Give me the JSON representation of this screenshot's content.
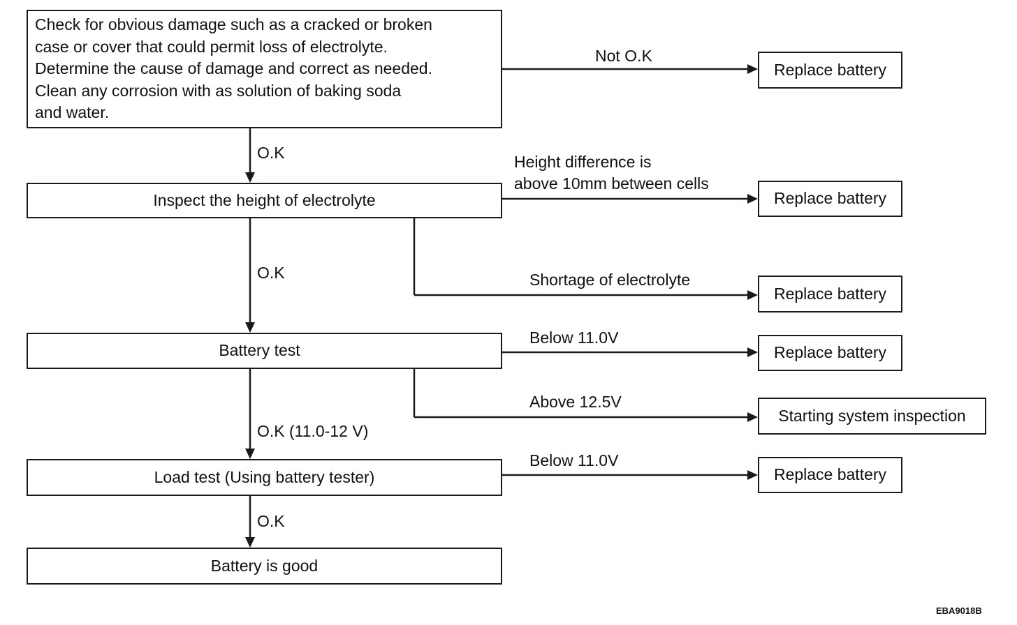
{
  "boxes": {
    "inspect_damage": "Check for obvious damage such as a cracked or broken\ncase or cover that could permit loss of electrolyte.\nDetermine the cause of damage and correct as needed.\nClean any corrosion with as solution of baking soda\nand water.",
    "inspect_height": "Inspect the height of electrolyte",
    "battery_test": "Battery test",
    "load_test": "Load test (Using battery tester)",
    "battery_good": "Battery is good",
    "replace_1": "Replace battery",
    "replace_2": "Replace battery",
    "replace_3": "Replace battery",
    "replace_4": "Replace battery",
    "starting_system": "Starting system inspection",
    "replace_5": "Replace battery"
  },
  "labels": {
    "not_ok": "Not O.K",
    "ok_1": "O.K",
    "height_diff_1": "Height difference is",
    "height_diff_2": "above 10mm between cells",
    "ok_2": "O.K",
    "shortage": "Shortage of electrolyte",
    "below_1": "Below 11.0V",
    "above": "Above 12.5V",
    "ok_range": "O.K (11.0-12 V)",
    "below_2": "Below 11.0V",
    "ok_3": "O.K"
  },
  "figure_code": "EBA9018B"
}
